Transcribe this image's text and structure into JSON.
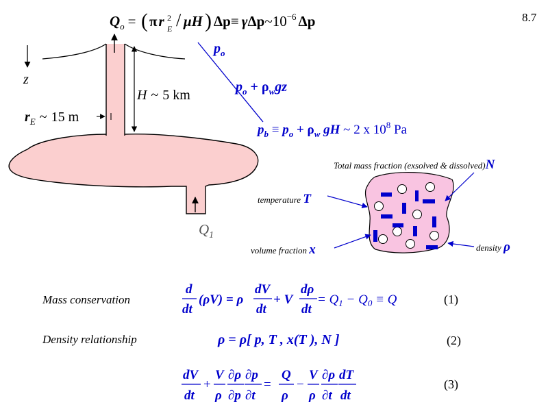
{
  "slide_number": "8.7",
  "header_equation": {
    "lhs": "Q",
    "lhs_sub": "o",
    "eq": "=",
    "pi": "π",
    "r": "r",
    "r_sub": "E",
    "r_sup": "2",
    "over": "/",
    "mu_h": "μH",
    "dp1": "Δp",
    "equiv": "≡",
    "gamma": "γ",
    "dp2": "Δp",
    "approx": "~",
    "ten": "10",
    "exp": "−6",
    "dp3": "Δp"
  },
  "labels": {
    "z_axis": "z",
    "depth_H": "H",
    "depth_sym": "~",
    "depth_value": "5 km",
    "radius_r": "r",
    "radius_sub": "E",
    "radius_sym": "~",
    "radius_value": "15 m",
    "inflow_Q": "Q",
    "inflow_sub": "1"
  },
  "pressure": {
    "p_o": "p",
    "p_o_sub": "o",
    "p_z_p": "p",
    "p_z_sub": "o",
    "p_z_rest": " + ρ",
    "p_z_w": "w",
    "p_z_gz": "gz",
    "p_b_p": "p",
    "p_b_sub": "b",
    "p_b_equiv": " ≡ ",
    "p_b_po": "p",
    "p_b_po_sub": "o",
    "p_b_plus": " + ρ",
    "p_b_w": "w",
    "p_b_gH": " gH",
    "p_b_approx": " ~ 2 x 10",
    "p_b_exp": "8",
    "p_b_unit": " Pa"
  },
  "blob_labels": {
    "mass_fraction_text": "Total mass fraction  (exsolved & dissolved)",
    "mass_fraction_sym": "N",
    "temperature_text": "temperature ",
    "temperature_sym": "T",
    "volume_fraction_text": "volume fraction ",
    "volume_fraction_sym": "x",
    "density_text": "density ",
    "density_sym": "ρ"
  },
  "equations": [
    {
      "label": "Mass conservation",
      "number": "(1)",
      "frac1_num": "d",
      "frac1_den": "dt",
      "term1": "(ρV) = ρ",
      "frac2_num": "dV",
      "frac2_den": "dt",
      "term2": " + V",
      "frac3_num": "dρ",
      "frac3_den": "dt",
      "rhs1": " =  Q",
      "rhs1_sub": "1",
      "rhs2": " − Q",
      "rhs2_sub": "0",
      "rhs3": " ≡ Q"
    },
    {
      "label": "Density relationship",
      "number": "(2)",
      "body": "ρ = ρ[ p, T , x(T ), N ]"
    },
    {
      "number": "(3)",
      "f1n": "dV",
      "f1d": "dt",
      "plus": "+",
      "f2n": "V",
      "f2d": "ρ",
      "f3n": "∂ρ",
      "f3d": "∂p",
      "f4n": "∂p",
      "f4d": "∂t",
      "eq": "=",
      "f5n": "Q",
      "f5d": "ρ",
      "minus": "−",
      "f6n": "V",
      "f6d": "ρ",
      "f7n": "∂ρ",
      "f7d": "∂t",
      "f8n": "dT",
      "f8d": "dt"
    }
  ],
  "colors": {
    "magma_fill": "#fbcfcf",
    "blob_fill": "#f9c4e1",
    "text_blue": "#0000cc",
    "bubble_fill": "#ffffff",
    "crystal_fill": "#0000cc"
  }
}
